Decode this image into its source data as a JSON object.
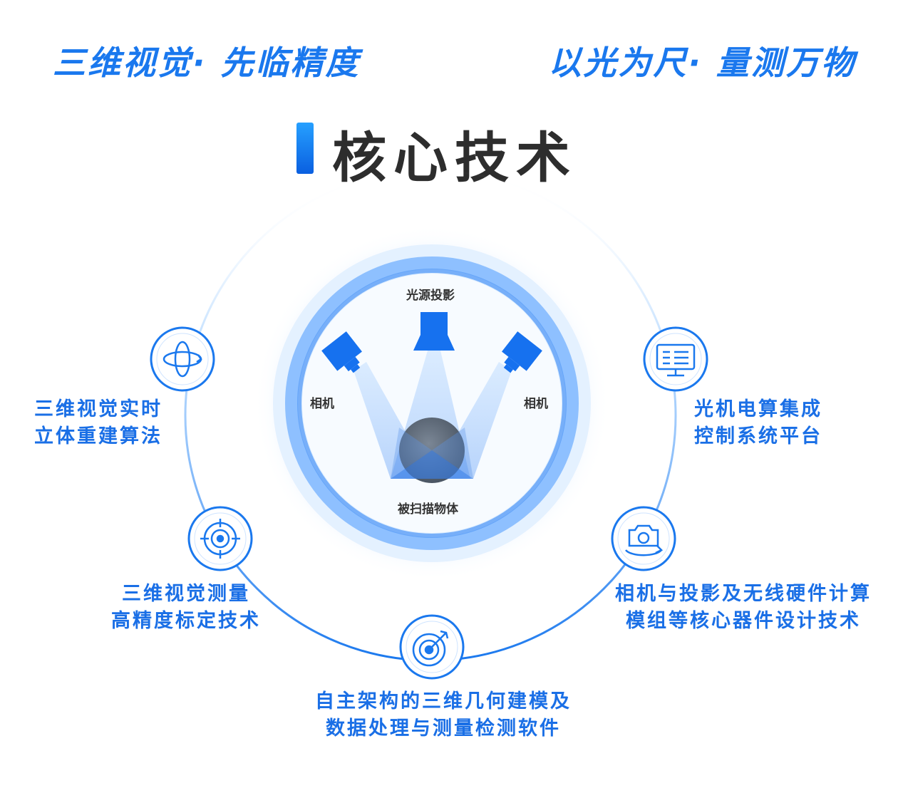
{
  "header": {
    "slogan_left": "三维视觉· 先临精度",
    "slogan_right": "以光为尺· 量测万物"
  },
  "section": {
    "title": "核心技术"
  },
  "center_diagram": {
    "light_label": "光源投影",
    "camera_left_label": "相机",
    "camera_right_label": "相机",
    "object_label": "被扫描物体"
  },
  "nodes": {
    "left_top": {
      "line1": "三维视觉实时",
      "line2": "立体重建算法",
      "icon": "rotate-3d-icon"
    },
    "left_mid": {
      "line1": "三维视觉测量",
      "line2": "高精度标定技术",
      "icon": "target-crosshair-icon"
    },
    "bottom": {
      "line1": "自主架构的三维几何建模及",
      "line2": "数据处理与测量检测软件",
      "icon": "dart-target-icon"
    },
    "right_top": {
      "line1": "光机电算集成",
      "line2": "控制系统平台",
      "icon": "monitor-panel-icon"
    },
    "right_mid": {
      "line1": "相机与投影及无线硬件计算",
      "line2": "模组等核心器件设计技术",
      "icon": "camera-rotate-icon"
    }
  },
  "colors": {
    "accent": "#1a78ee",
    "title_text": "#2d2d2d",
    "node_text": "#1a6fe6"
  }
}
